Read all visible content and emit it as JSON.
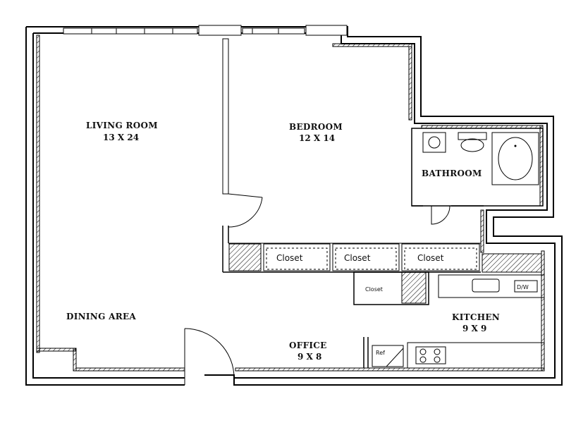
{
  "rooms": {
    "living_room": {
      "name": "LIVING ROOM",
      "dims": "13 X 24"
    },
    "bedroom": {
      "name": "BEDROOM",
      "dims": "12 X 14"
    },
    "bathroom": {
      "name": "BATHROOM"
    },
    "dining_area": {
      "name": "DINING AREA"
    },
    "kitchen": {
      "name": "KITCHEN",
      "dims": "9 X 9"
    },
    "office": {
      "name": "OFFICE",
      "dims": "9 X 8"
    }
  },
  "closets": {
    "closet_1": "Closet",
    "closet_2": "Closet",
    "closet_3": "Closet",
    "closet_small": "Closet"
  },
  "appliances": {
    "dishwasher": "D/W",
    "refrigerator": "Ref"
  }
}
